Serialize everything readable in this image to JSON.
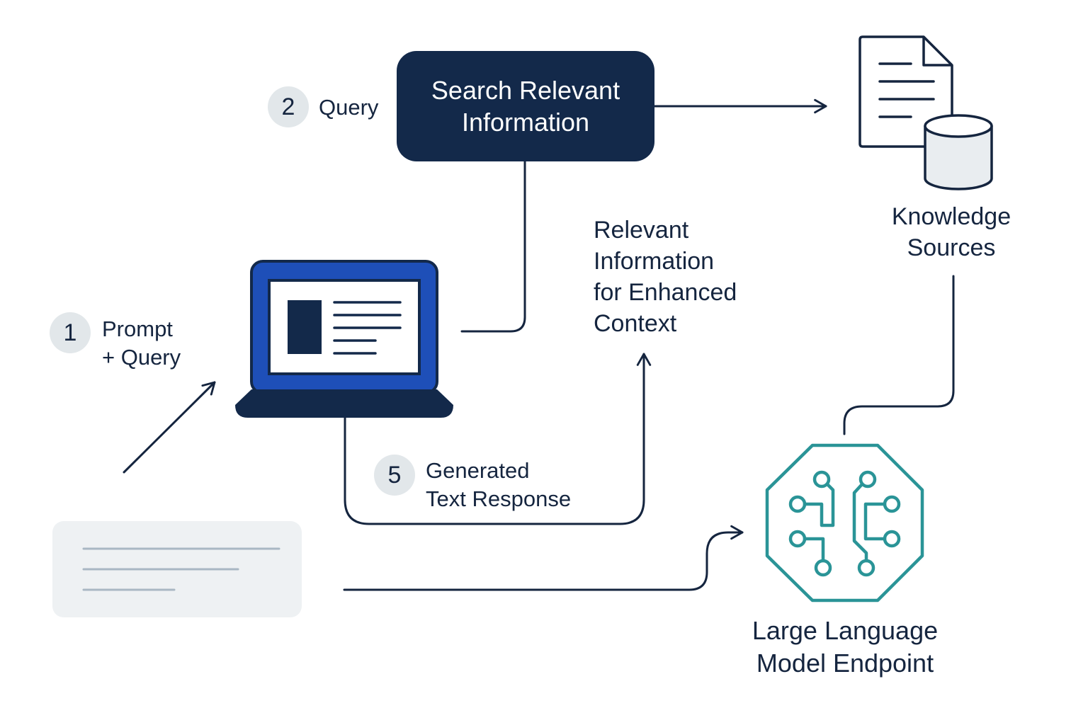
{
  "colors": {
    "navy": "#13294a",
    "line": "#15253f",
    "laptop_blue": "#1e4fb8",
    "teal": "#2a9497",
    "badge_bg": "#e2e7ea",
    "prompt_box_bg": "#eef1f3"
  },
  "nodes": {
    "search": {
      "line1": "Search Relevant",
      "line2": "Information"
    },
    "knowledge": {
      "line1": "Knowledge",
      "line2": "Sources",
      "icon": "document-database-icon"
    },
    "llm": {
      "line1": "Large Language",
      "line2": "Model Endpoint",
      "icon": "circuit-brain-icon"
    },
    "laptop": {
      "icon": "laptop-icon"
    },
    "prompt_box": {
      "icon": "text-box-icon"
    }
  },
  "steps": [
    {
      "number": "1",
      "line1": "Prompt",
      "line2": "+ Query"
    },
    {
      "number": "2",
      "line1": "Query"
    },
    {
      "number": "5",
      "line1": "Generated",
      "line2": "Text Response"
    }
  ],
  "annotations": {
    "relevant_info": {
      "line1": "Relevant",
      "line2": "Information",
      "line3": "for Enhanced",
      "line4": "Context"
    }
  }
}
